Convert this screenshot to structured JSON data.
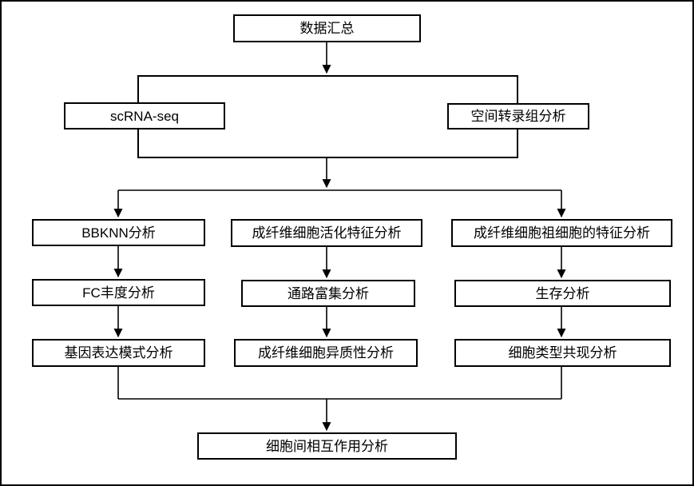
{
  "flowchart": {
    "root": {
      "label": "数据汇总"
    },
    "level2": {
      "left": {
        "label": "scRNA-seq"
      },
      "right": {
        "label": "空间转录组分析"
      }
    },
    "columns": [
      {
        "steps": [
          {
            "label": "BBKNN分析"
          },
          {
            "label": "FC丰度分析"
          },
          {
            "label": "基因表达模式分析"
          }
        ]
      },
      {
        "steps": [
          {
            "label": "成纤维细胞活化特征分析"
          },
          {
            "label": "通路富集分析"
          },
          {
            "label": "成纤维细胞异质性分析"
          }
        ]
      },
      {
        "steps": [
          {
            "label": "成纤维细胞祖细胞的特征分析"
          },
          {
            "label": "生存分析"
          },
          {
            "label": "细胞类型共现分析"
          }
        ]
      }
    ],
    "sink": {
      "label": "细胞间相互作用分析"
    }
  },
  "colors": {
    "background": "#ffffff",
    "box_fill": "#ffffff",
    "box_border": "#000000",
    "connector": "#000000",
    "text": "#000000"
  }
}
